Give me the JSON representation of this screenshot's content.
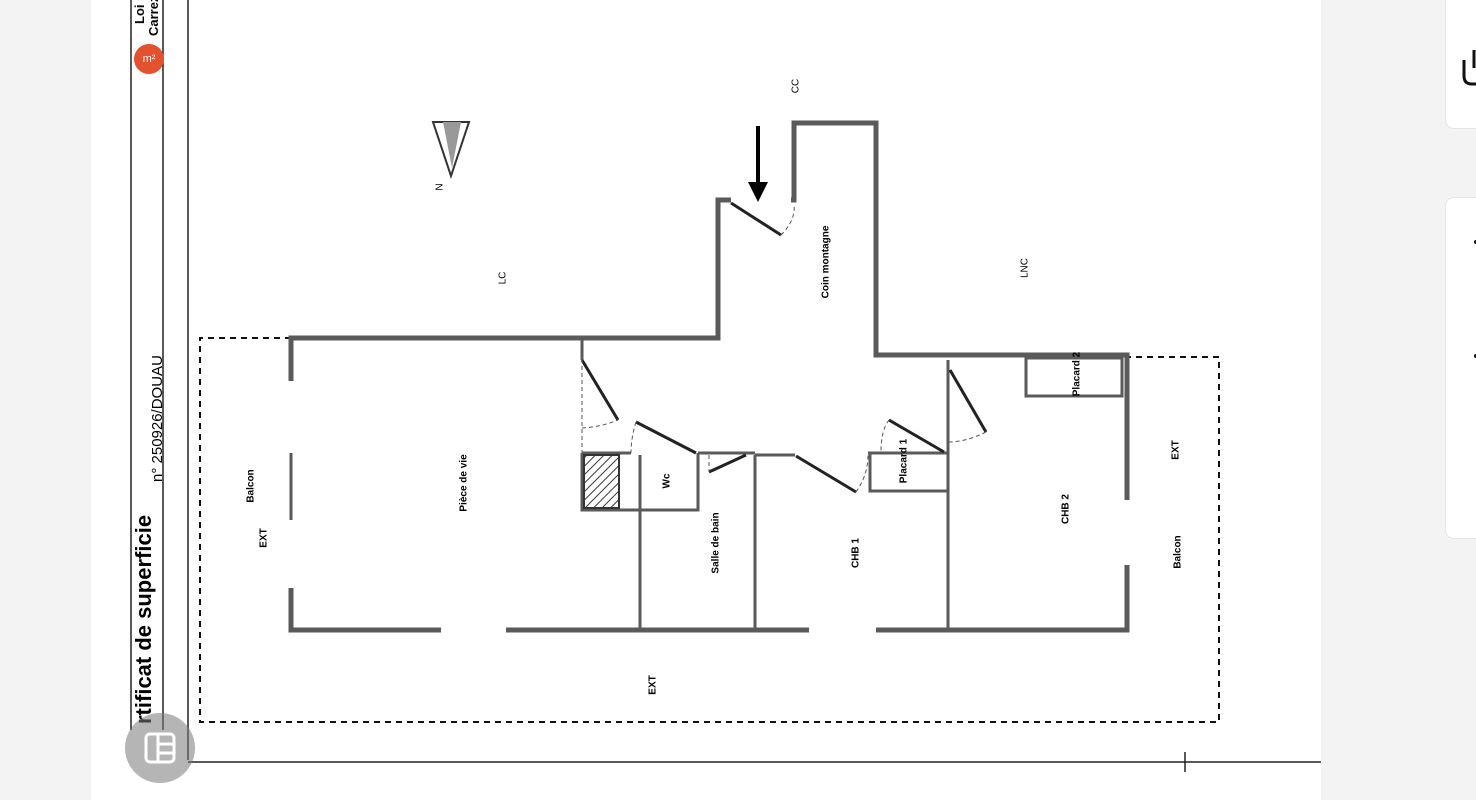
{
  "document": {
    "title": "rtificat de superficie",
    "reference": "n° 250926/DOUAU",
    "brand_line1": "Loi",
    "brand_line2": "Carrez",
    "brand_badge": "m²"
  },
  "compass": {
    "label": "N"
  },
  "rooms": {
    "cc": "CC",
    "lc": "LC",
    "coin_montagne": "Coin montagne",
    "lnc": "LNC",
    "piece_de_vie": "Pièce de vie",
    "wc": "Wc",
    "salle_de_bain": "Salle de bain",
    "chb1": "CHB 1",
    "chb2": "CHB 2",
    "placard1": "Placard 1",
    "placard2": "Placard 2",
    "balcon_left": "Balcon",
    "ext_left": "EXT",
    "balcon_right": "Balcon",
    "ext_right": "EXT",
    "ext_bottom": "EXT"
  },
  "viewer": {
    "fab_icon": "gallery-icon"
  },
  "colors": {
    "brand": "#e4512f",
    "wall": "#5a5a5a",
    "page": "#ffffff",
    "backdrop": "#f3f3f3"
  }
}
